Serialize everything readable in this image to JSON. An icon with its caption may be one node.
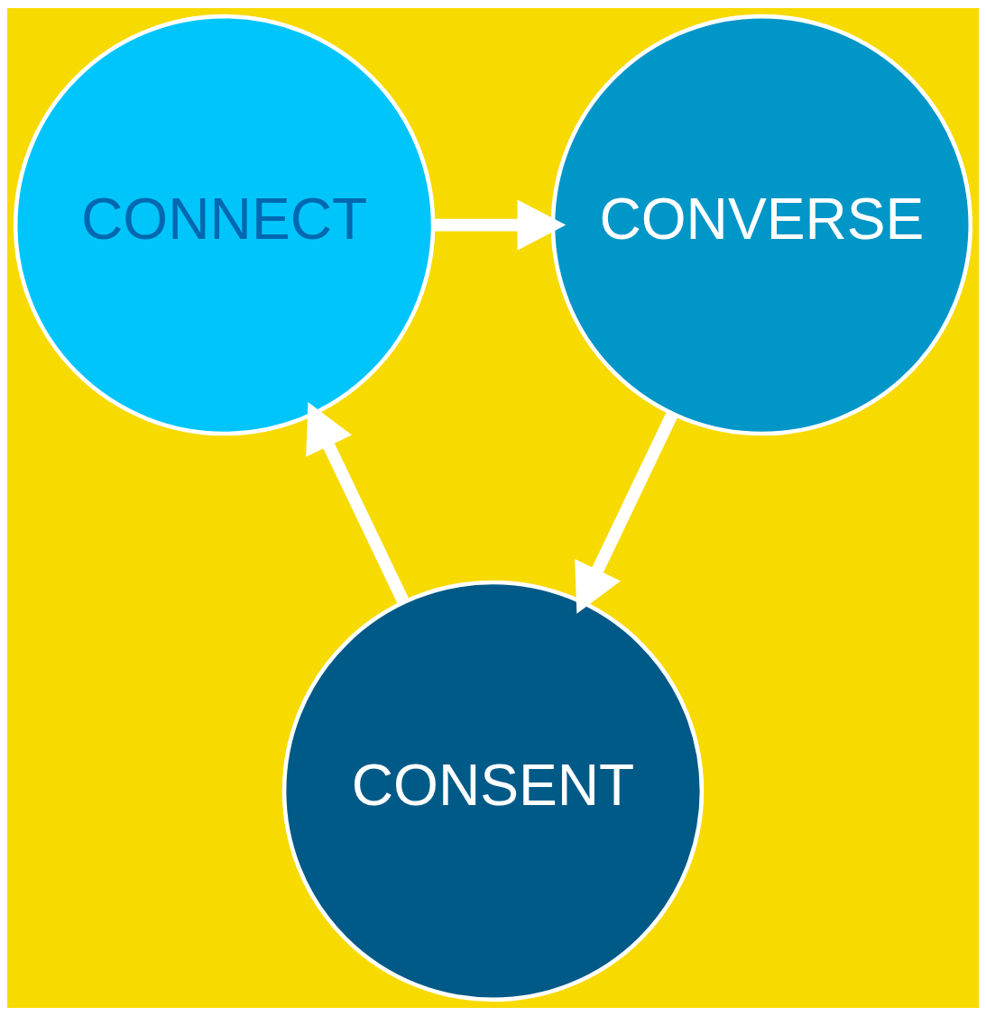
{
  "diagram": {
    "nodes": [
      {
        "text": [
          "CONNECT"
        ]
      },
      {
        "text": [
          "CONVERSE"
        ]
      },
      {
        "text": [
          "CONSENT"
        ]
      }
    ],
    "edges": [
      {
        "from": 0,
        "to": 1,
        "arrow": "to"
      },
      {
        "from": 1,
        "to": 2,
        "arrow": "to"
      },
      {
        "from": 2,
        "to": 0,
        "arrow": "to"
      }
    ]
  }
}
